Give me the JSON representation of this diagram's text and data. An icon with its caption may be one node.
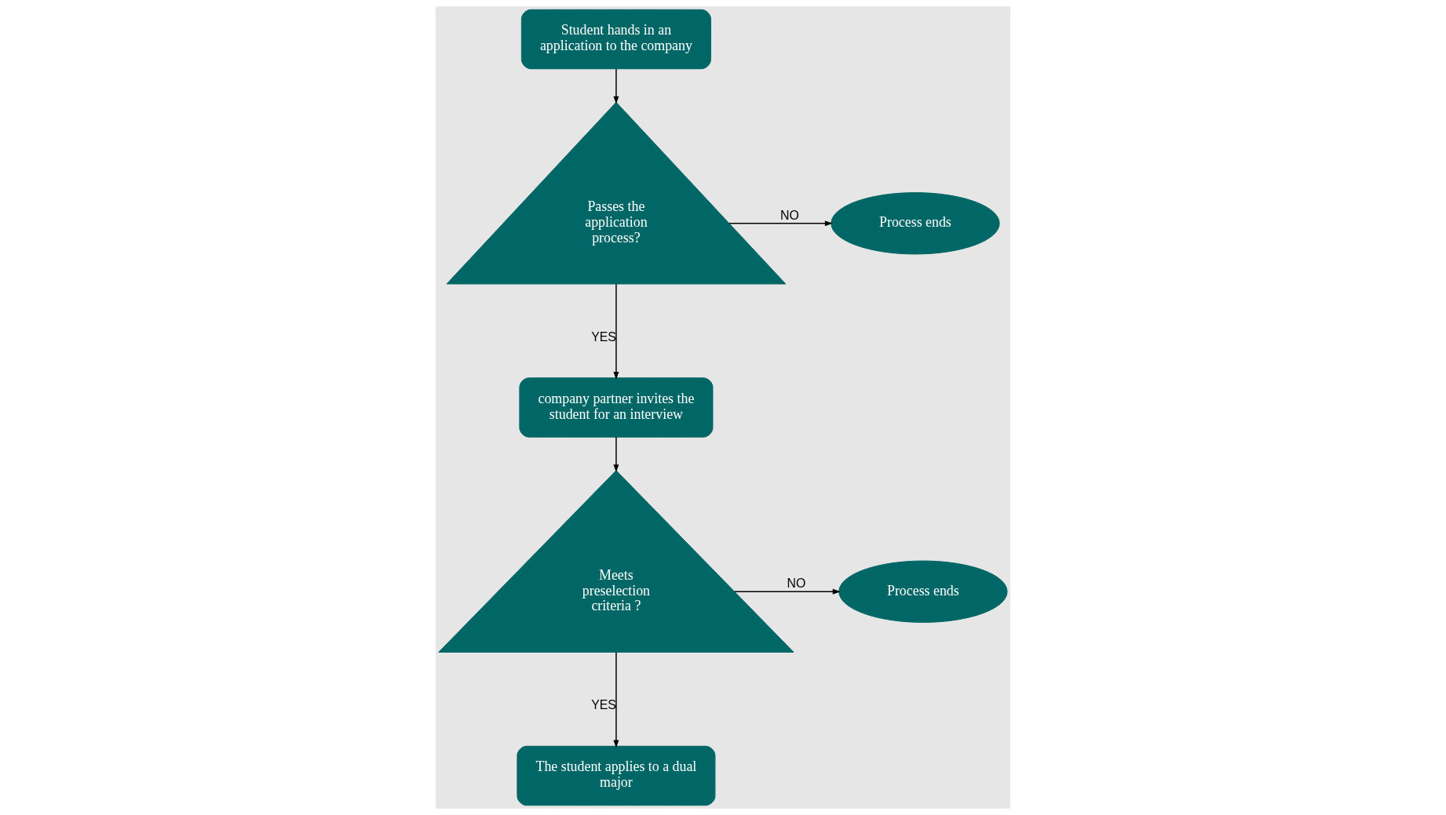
{
  "diagram": {
    "nodes": [
      {
        "text": [
          "Student hands in an application to the company"
        ]
      },
      {
        "text": [
          "Passes the application process?"
        ]
      },
      {
        "text": [
          "Process ends"
        ]
      },
      {
        "text": [
          "company partner invites the student for an interview"
        ]
      },
      {
        "text": [
          "Meets preselection criteria ?"
        ]
      },
      {
        "text": [
          "Process ends"
        ]
      },
      {
        "text": [
          "The student applies to a dual major"
        ]
      }
    ],
    "edges": [
      {
        "from": 0,
        "to": 1,
        "arrow": "to"
      },
      {
        "from": 1,
        "to": 3,
        "arrow": "to",
        "label": "YES"
      },
      {
        "from": 1,
        "to": 2,
        "arrow": "to",
        "label": "NO"
      },
      {
        "from": 3,
        "to": 4,
        "arrow": "to"
      },
      {
        "from": 4,
        "to": 6,
        "arrow": "to",
        "label": "YES"
      },
      {
        "from": 4,
        "to": 5,
        "arrow": "to",
        "label": "NO"
      }
    ]
  }
}
